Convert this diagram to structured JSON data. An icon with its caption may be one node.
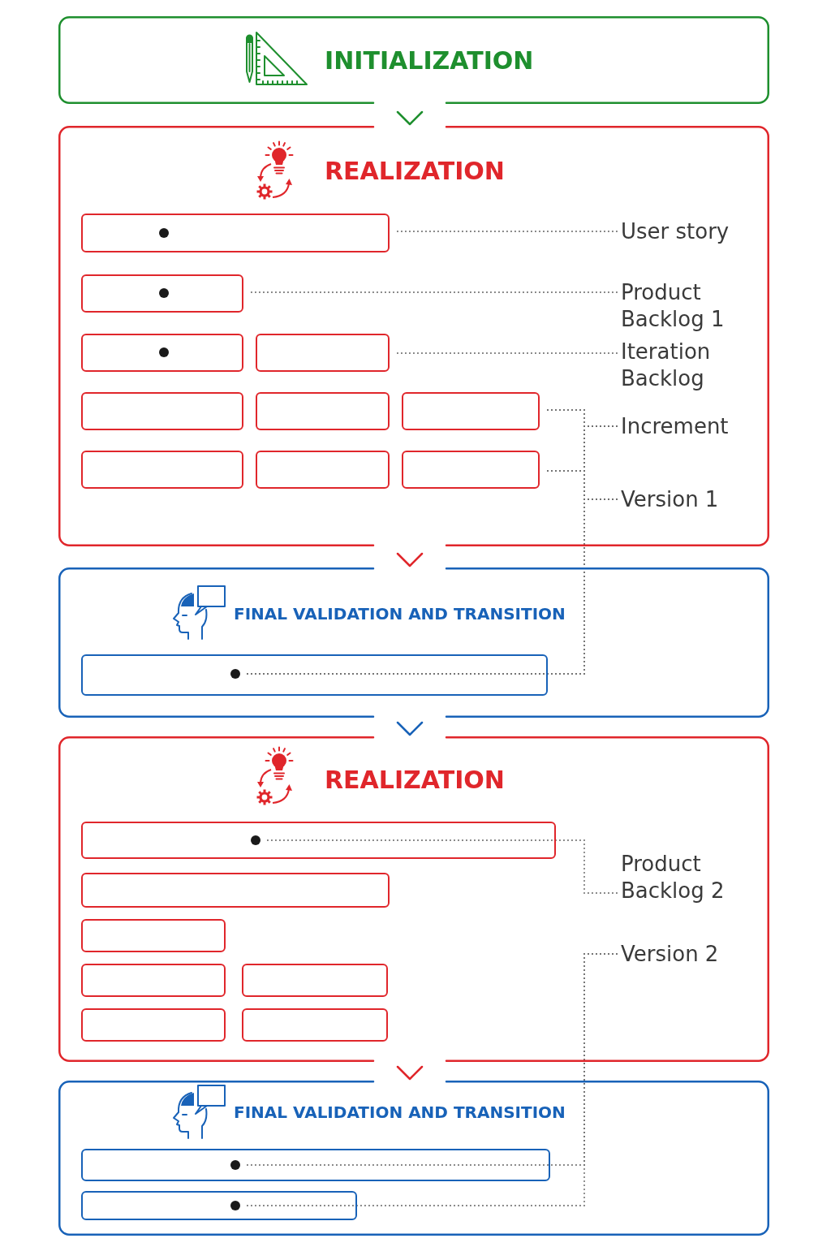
{
  "diagram": {
    "nodes": [
      {
        "text": [
          "INITIALIZATION"
        ]
      },
      {
        "text": [
          "REALIZATION"
        ]
      },
      {
        "text": [],
        "shape": "bar",
        "in": 1
      },
      {
        "text": [
          "User story"
        ],
        "in": 1
      },
      {
        "text": [],
        "shape": "bar",
        "in": 1
      },
      {
        "text": [
          "Product Backlog 1"
        ],
        "in": 1
      },
      {
        "text": [],
        "shape": "bar",
        "in": 1
      },
      {
        "text": [],
        "shape": "bar",
        "in": 1
      },
      {
        "text": [
          "Iteration Backlog"
        ],
        "in": 1
      },
      {
        "text": [],
        "shape": "bar",
        "in": 1
      },
      {
        "text": [],
        "shape": "bar",
        "in": 1
      },
      {
        "text": [],
        "shape": "bar",
        "in": 1
      },
      {
        "text": [
          "Increment"
        ],
        "in": 1
      },
      {
        "text": [],
        "shape": "bar",
        "in": 1
      },
      {
        "text": [],
        "shape": "bar",
        "in": 1
      },
      {
        "text": [],
        "shape": "bar",
        "in": 1
      },
      {
        "text": [
          "Version 1"
        ],
        "in": 1
      },
      {
        "text": [
          "FINAL VALIDATION AND TRANSITION"
        ]
      },
      {
        "text": [],
        "shape": "bar",
        "in": 17
      },
      {
        "text": [],
        "shape": "circle",
        "in": 18
      },
      {
        "text": [
          "REALIZATION"
        ]
      },
      {
        "text": [],
        "shape": "bar",
        "in": 20
      },
      {
        "text": [],
        "shape": "circle",
        "in": 21
      },
      {
        "text": [
          "Product Backlog 2"
        ],
        "in": 20
      },
      {
        "text": [],
        "shape": "bar",
        "in": 20
      },
      {
        "text": [],
        "shape": "bar",
        "in": 20
      },
      {
        "text": [
          "Version 2"
        ],
        "in": 20
      },
      {
        "text": [],
        "shape": "bar",
        "in": 20
      },
      {
        "text": [],
        "shape": "bar",
        "in": 20
      },
      {
        "text": [],
        "shape": "bar",
        "in": 20
      },
      {
        "text": [],
        "shape": "bar",
        "in": 20
      },
      {
        "text": [
          "FINAL VALIDATION AND TRANSITION"
        ]
      },
      {
        "text": [],
        "shape": "bar",
        "in": 31
      },
      {
        "text": [],
        "shape": "circle",
        "in": 32
      },
      {
        "text": [],
        "shape": "bar",
        "in": 31
      },
      {
        "text": [],
        "shape": "circle",
        "in": 34
      }
    ],
    "edges": [
      {
        "from": 0,
        "to": 1,
        "arrow": "to",
        "color": "#1e8f2e"
      },
      {
        "from": 1,
        "to": 17,
        "arrow": "to",
        "color": "#e0262b"
      },
      {
        "from": 17,
        "to": 20,
        "arrow": "to",
        "color": "#1862b8"
      },
      {
        "from": 20,
        "to": 31,
        "arrow": "to",
        "color": "#e0262b"
      },
      {
        "from": 3,
        "to": 2,
        "arrow": "none",
        "style": "dashed"
      },
      {
        "from": 5,
        "to": 4,
        "arrow": "none",
        "style": "dashed"
      },
      {
        "from": 8,
        "to": 7,
        "arrow": "none",
        "style": "dashed"
      },
      {
        "from": 12,
        "to": 11,
        "arrow": "none",
        "style": "dashed"
      },
      {
        "from": 12,
        "to": 15,
        "arrow": "none",
        "style": "dashed"
      },
      {
        "from": 12,
        "to": 19,
        "arrow": "none",
        "style": "dashed"
      },
      {
        "from": 16,
        "to": 11,
        "arrow": "none",
        "style": "dashed"
      },
      {
        "from": 16,
        "to": 15,
        "arrow": "none",
        "style": "dashed"
      },
      {
        "from": 16,
        "to": 19,
        "arrow": "none",
        "style": "dashed"
      },
      {
        "from": 23,
        "to": 22,
        "arrow": "none",
        "style": "dashed"
      },
      {
        "from": 26,
        "to": 33,
        "arrow": "none",
        "style": "dashed"
      },
      {
        "from": 26,
        "to": 35,
        "arrow": "none",
        "style": "dashed"
      }
    ]
  }
}
